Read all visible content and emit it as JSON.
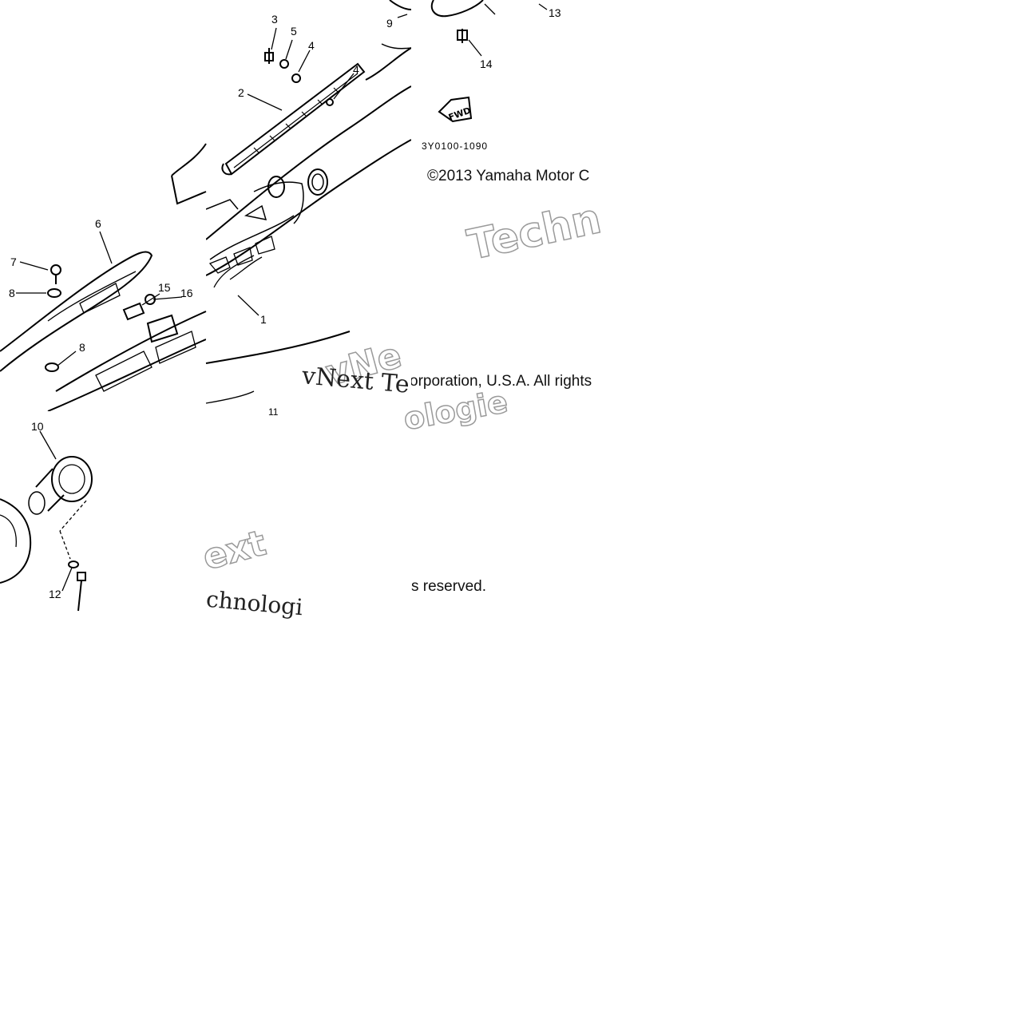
{
  "callouts": {
    "c1": "1",
    "c2": "2",
    "c3": "3",
    "c4a": "4",
    "c4b": "4",
    "c5": "5",
    "c6": "6",
    "c7": "7",
    "c8a": "8",
    "c8b": "8",
    "c9": "9",
    "c10": "10",
    "c11": "11",
    "c12": "12",
    "c13": "13",
    "c14": "14",
    "c15": "15",
    "c16": "16"
  },
  "diagram_code": "3Y0100-1090",
  "fwd_label": "FWD",
  "copyright": {
    "line1": "©2013 Yamaha Motor C",
    "line2": "orporation, U.S.A. All rights",
    "line3": "s reserved."
  },
  "watermarks": {
    "techn": "Techn",
    "vnext_outline": "vNe",
    "vnext_serif": "vNext Te",
    "ologie": "ologie",
    "ext": "ext",
    "chnologi": "chnologi"
  }
}
